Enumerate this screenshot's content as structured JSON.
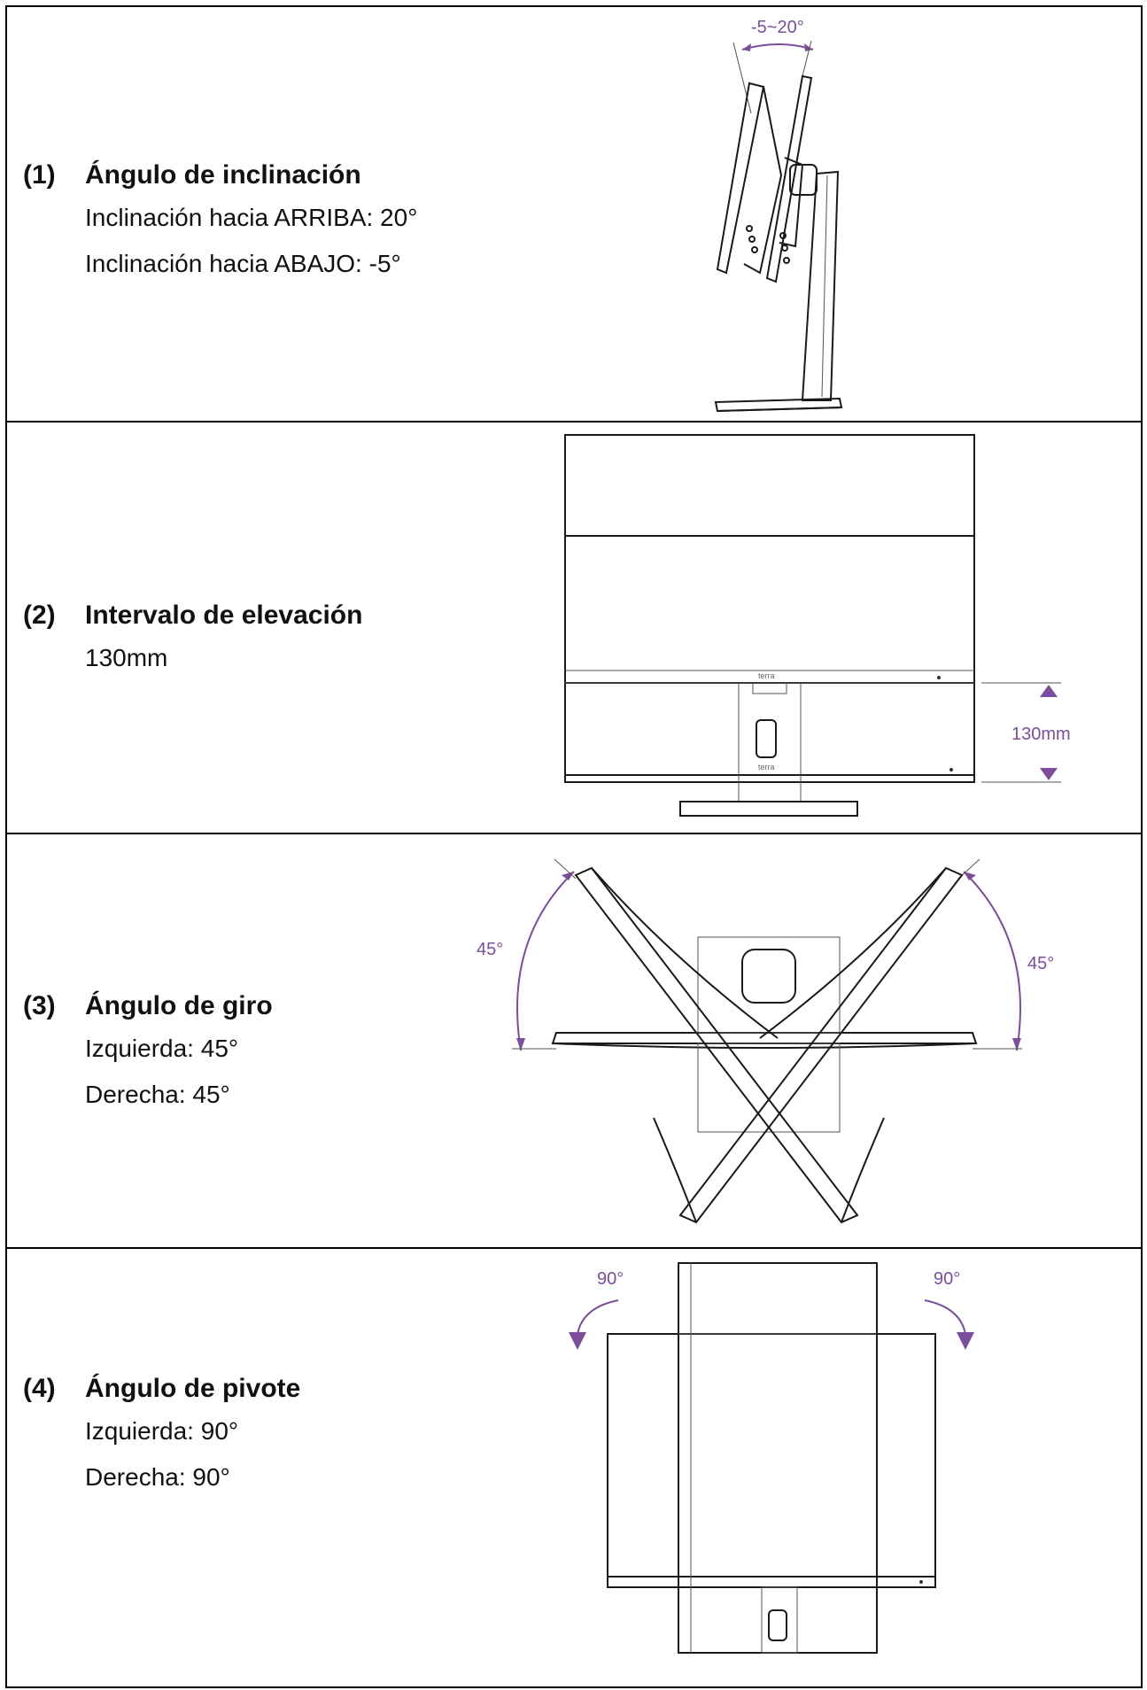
{
  "sections": [
    {
      "number": "(1)",
      "title": "Ángulo de inclinación",
      "lines": [
        "Inclinación hacia ARRIBA: 20°",
        "Inclinación hacia ABAJO: -5°"
      ],
      "figure_label": "-5~20°"
    },
    {
      "number": "(2)",
      "title": "Intervalo de elevación",
      "lines": [
        "130mm"
      ],
      "figure_label": "130mm"
    },
    {
      "number": "(3)",
      "title": "Ángulo de giro",
      "lines": [
        "Izquierda: 45°",
        "Derecha: 45°"
      ],
      "figure_label_left": "45°",
      "figure_label_right": "45°"
    },
    {
      "number": "(4)",
      "title": "Ángulo de pivote",
      "lines": [
        "Izquierda: 90°",
        "Derecha: 90°"
      ],
      "figure_label_left": "90°",
      "figure_label_right": "90°"
    }
  ],
  "accent_color": "#7a4e9c",
  "logo_text": "terra"
}
